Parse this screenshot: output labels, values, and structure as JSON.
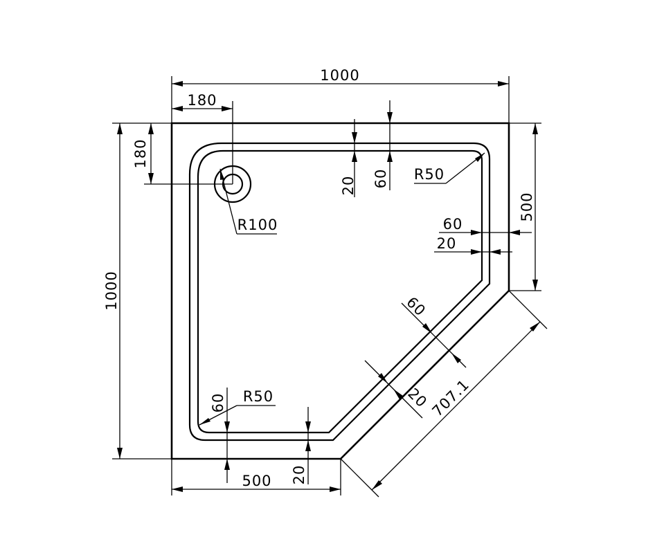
{
  "drawing": {
    "dimensions": {
      "overall_width": "1000",
      "overall_depth": "1000",
      "waste_offset_x": "180",
      "waste_offset_y": "180",
      "straight_side_right": "500",
      "straight_side_bottom": "500",
      "diagonal_length": "707.1",
      "rim_top_inner": "20",
      "rim_top_outer": "60",
      "rim_right_outer": "60",
      "rim_right_inner": "20",
      "rim_diag_outer": "60",
      "rim_diag_inner": "20",
      "rim_left_outer": "60",
      "rim_bottom_inner": "20",
      "corner_radius_top_right": "R50",
      "corner_radius_bottom_left": "R50",
      "waste_radius": "R100"
    }
  }
}
